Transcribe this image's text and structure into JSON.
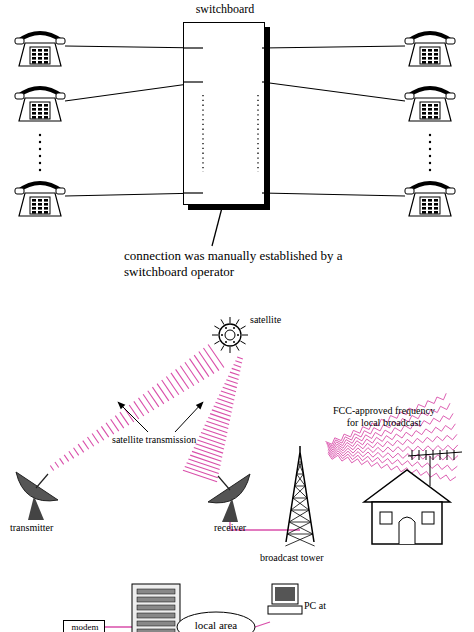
{
  "diagram": {
    "nodes": [
      {
        "text": [
          "switchboard"
        ]
      },
      {
        "text": [
          "modem"
        ]
      },
      {
        "text": [
          "local area"
        ]
      }
    ],
    "labels": [
      "connection was manually established by a switchboard operator",
      "satellite",
      "satellite transmission",
      "FCC-approved frequency for local broadcast",
      "transmitter",
      "receiver",
      "broadcast tower",
      "PC at"
    ]
  }
}
